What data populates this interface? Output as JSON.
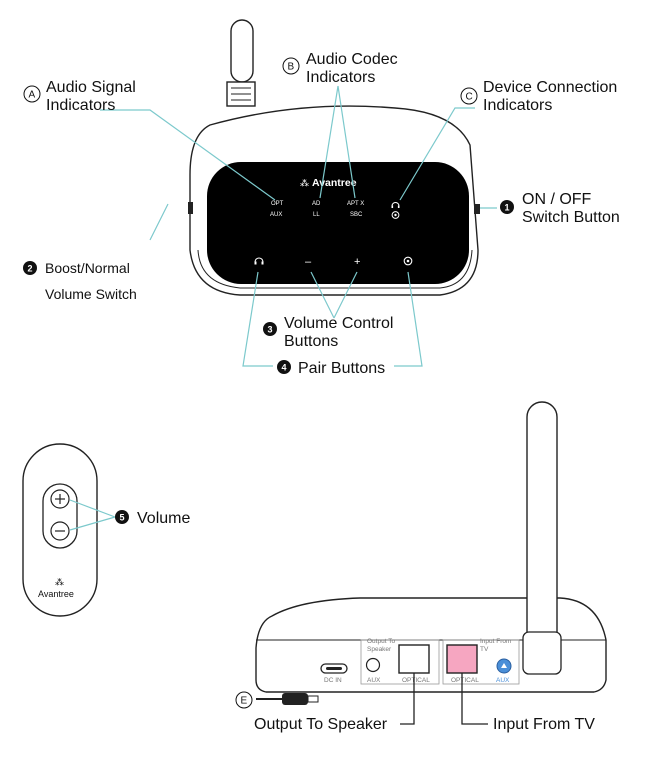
{
  "top_device": {
    "brand": "Avantree",
    "indicator_labels": {
      "opt": "OPT",
      "aux": "AUX",
      "ad": "AD",
      "ll": "LL",
      "aptx": "APT X",
      "sbc": "SBC"
    },
    "buttons": {
      "minus": "–",
      "plus": "+"
    }
  },
  "callouts": {
    "a_letter": "A",
    "a_line1": "Audio Signal",
    "a_line2": "Indicators",
    "b_letter": "B",
    "b_line1": "Audio Codec",
    "b_line2": "Indicators",
    "c_letter": "C",
    "c_line1": "Device Connection",
    "c_line2": "Indicators",
    "n1": "1",
    "n1_line1": "ON / OFF",
    "n1_line2": "Switch Button",
    "n2": "2",
    "n2_line1": "Boost/Normal",
    "n2_line2": "Volume Switch",
    "n3": "3",
    "n3_line1": "Volume Control",
    "n3_line2": "Buttons",
    "n4": "4",
    "n4_label": "Pair Buttons",
    "n5": "5",
    "n5_label": "Volume",
    "e_letter": "E",
    "output_label": "Output To Speaker",
    "input_label": "Input From TV"
  },
  "remote": {
    "brand": "Avantree"
  },
  "back_panel": {
    "dc_in": "DC IN",
    "output_to": "Output To",
    "speaker": "Speaker",
    "aux_left": "AUX",
    "optical_left": "OPTICAL",
    "input_from": "Input From",
    "tv": "TV",
    "optical_right": "OPTICAL",
    "aux_right": "AUX"
  }
}
